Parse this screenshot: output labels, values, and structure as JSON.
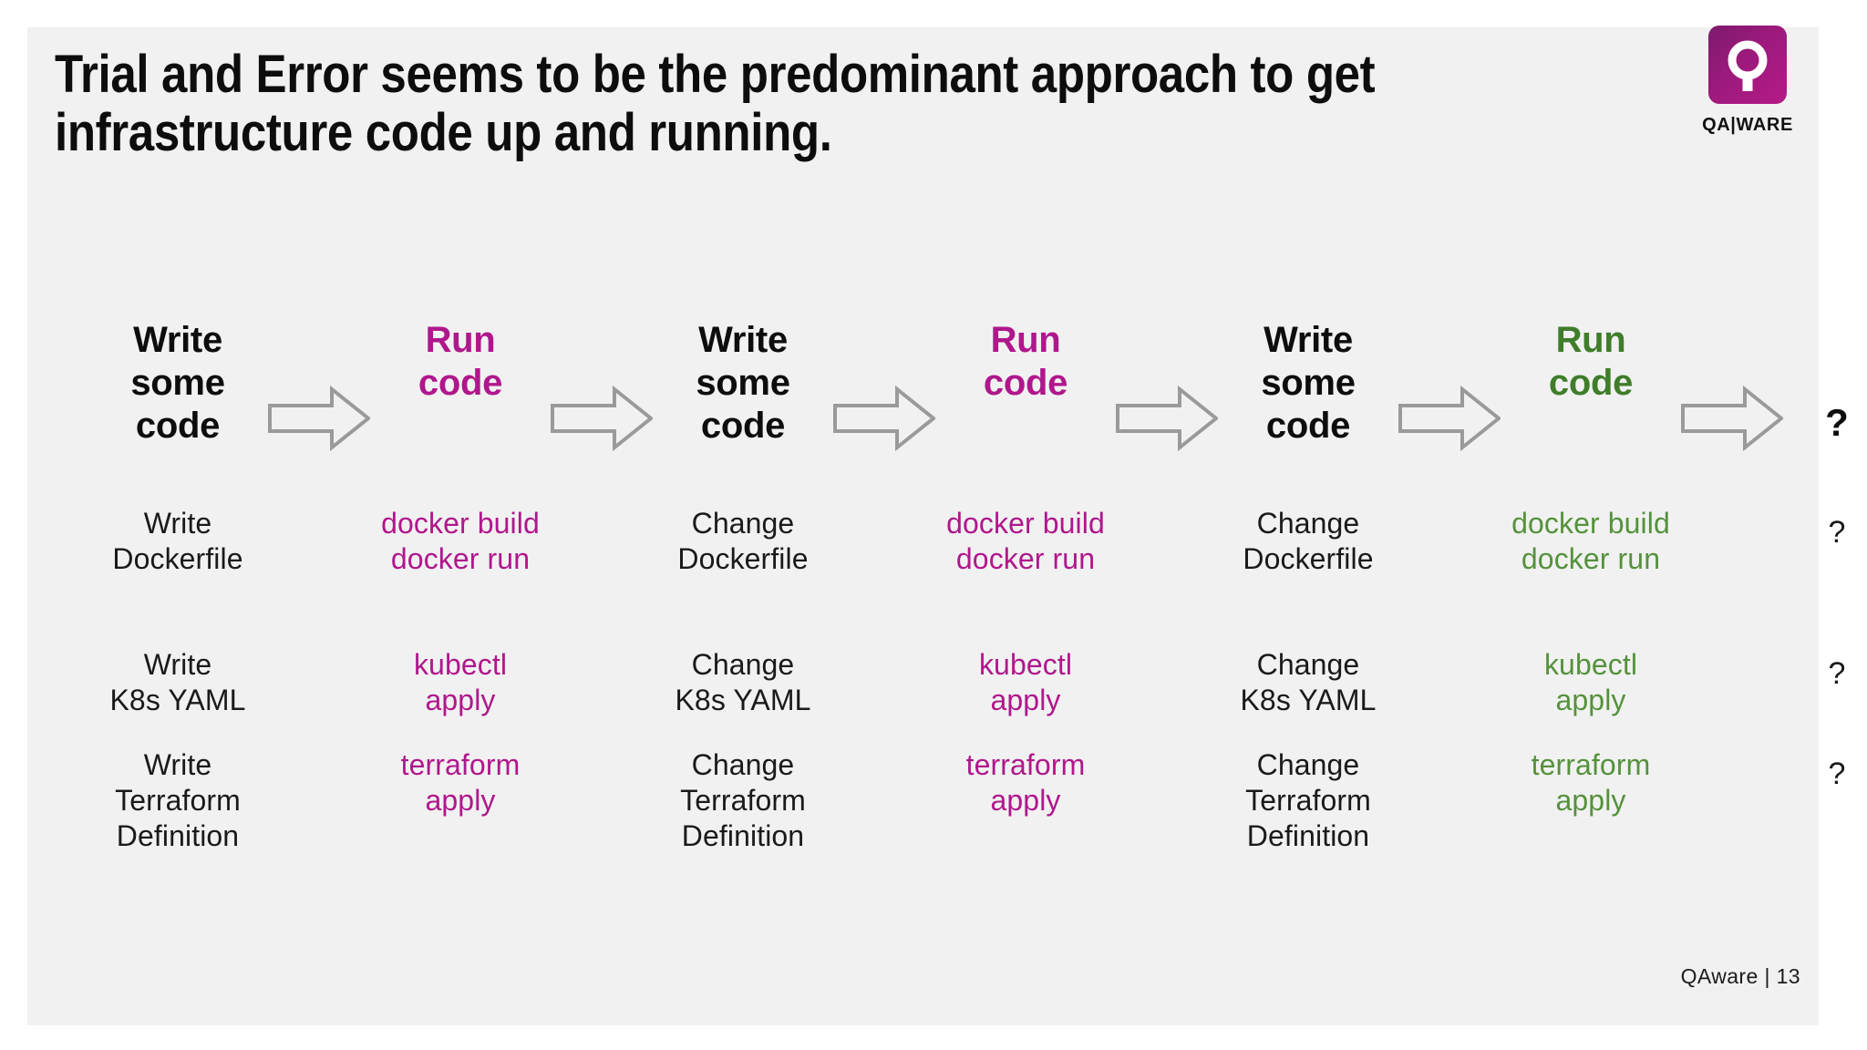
{
  "slide": {
    "background_color": "#ffffff",
    "panel_color": "#f1f1f1",
    "title": "Trial and Error seems to be the predominant approach to get\ninfrastructure code up and running.",
    "footer": "QAware | 13"
  },
  "brand": {
    "wordmark": "QA|WARE",
    "logo_icon": "qaware-q-logo-icon",
    "magenta": "#b0178c",
    "green": "#55923c",
    "green_dark": "#3f7d2a",
    "logo_gradient_from": "#7d1a6e",
    "logo_gradient_to": "#b51a86",
    "arrow_stroke": "#9a9a9a"
  },
  "flow": {
    "arrow_icon": "right-block-arrow-icon",
    "columns": [
      {
        "key": "write-1",
        "header": "Write\nsome\ncode",
        "header_color": "black",
        "cell_color": "black",
        "cells": [
          "Write\nDockerfile",
          "Write\nK8s YAML",
          "Write\nTerraform\nDefinition"
        ]
      },
      {
        "key": "run-1",
        "header": "Run\ncode",
        "header_color": "magenta",
        "cell_color": "magenta",
        "cells": [
          "docker build\ndocker run",
          "kubectl\napply",
          "terraform\napply"
        ]
      },
      {
        "key": "write-2",
        "header": "Write\nsome\ncode",
        "header_color": "black",
        "cell_color": "black",
        "cells": [
          "Change\nDockerfile",
          "Change\nK8s YAML",
          "Change\nTerraform\nDefinition"
        ]
      },
      {
        "key": "run-2",
        "header": "Run\ncode",
        "header_color": "magenta",
        "cell_color": "magenta",
        "cells": [
          "docker build\ndocker run",
          "kubectl\napply",
          "terraform\napply"
        ]
      },
      {
        "key": "write-3",
        "header": "Write\nsome\ncode",
        "header_color": "black",
        "cell_color": "black",
        "cells": [
          "Change\nDockerfile",
          "Change\nK8s YAML",
          "Change\nTerraform\nDefinition"
        ]
      },
      {
        "key": "run-3",
        "header": "Run\ncode",
        "header_color": "green",
        "cell_color": "green",
        "cells": [
          "docker build\ndocker run",
          "kubectl\napply",
          "terraform\napply"
        ]
      }
    ],
    "question_column": {
      "key": "question",
      "header": "?",
      "cells": [
        "?",
        "?",
        "?"
      ]
    }
  }
}
